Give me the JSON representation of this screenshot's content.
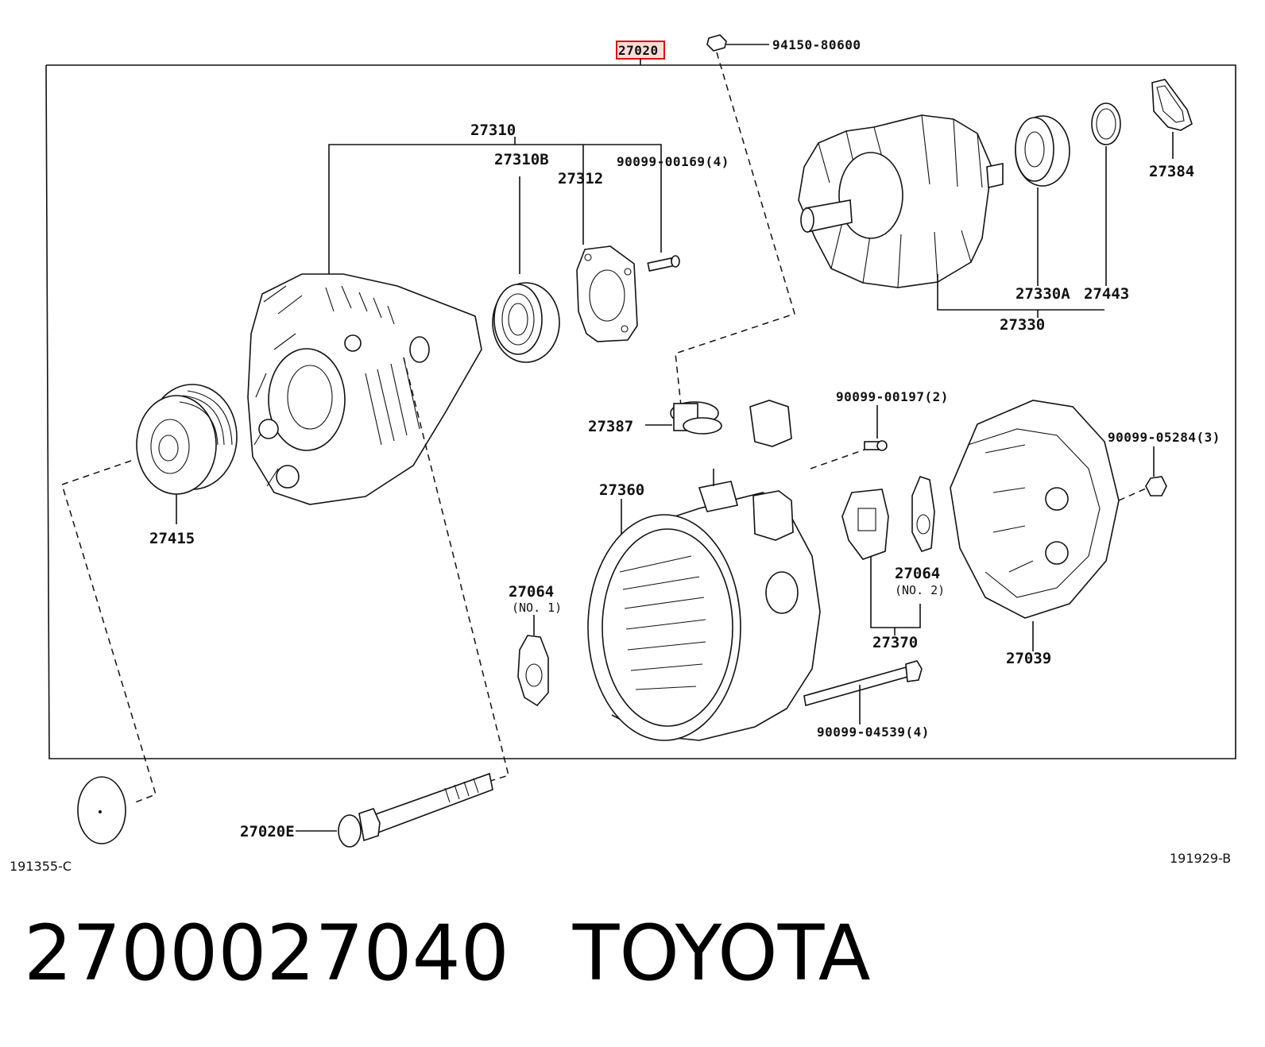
{
  "diagram": {
    "labels": {
      "p27020": "27020",
      "p94150": "94150-80600",
      "p27310": "27310",
      "p27310B": "27310B",
      "p27312": "27312",
      "p90099_00169": "90099-00169(4)",
      "p27384": "27384",
      "p27330A": "27330A",
      "p27443": "27443",
      "p27330": "27330",
      "p27387": "27387",
      "p90099_00197": "90099-00197(2)",
      "p90099_05284": "90099-05284(3)",
      "p27360": "27360",
      "p27415": "27415",
      "p27064a": "27064",
      "p27064a_note": "(NO. 1)",
      "p27064b": "27064",
      "p27064b_note": "(NO. 2)",
      "p27370": "27370",
      "p27039": "27039",
      "p90099_04539": "90099-04539(4)",
      "p27020E": "27020E",
      "ref_left": "191355-C",
      "ref_right": "191929-B"
    },
    "highlight_color": "#d11111"
  },
  "footer": {
    "part_number": "2700027040",
    "brand": "TOYOTA"
  }
}
